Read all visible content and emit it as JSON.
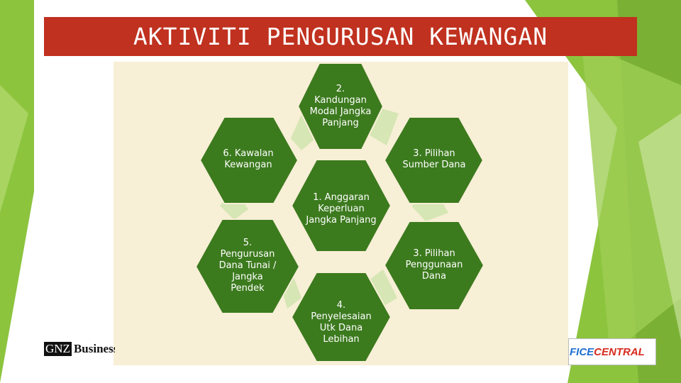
{
  "title": "AKTIVITI PENGURUSAN KEWANGAN",
  "colors": {
    "title_bar": "#c0311f",
    "panel": "#f7efd6",
    "hexagon": "#3c7a1e",
    "connector": "#d6e6b4",
    "accent_green": "#8dc43f"
  },
  "hexagons": [
    {
      "label": "2.\nKandungan\nModal Jangka\nPanjang"
    },
    {
      "label": "6. Kawalan\nKewangan"
    },
    {
      "label": "3. Pilihan\nSumber Dana"
    },
    {
      "label": "1. Anggaran\nKeperluan\nJangka Panjang"
    },
    {
      "label": "5.\nPengurusan\nDana Tunai /\nJangka\nPendek"
    },
    {
      "label": "3. Pilihan\nPenggunaan\nDana"
    },
    {
      "label": "4.\nPenyelesaian\nUtk Dana\nLebihan"
    }
  ],
  "footer": {
    "gnz_logo": "GNZ",
    "gnz_text": "Business",
    "right_logo_part1": "FICE",
    "right_logo_part2": "CENTRAL"
  }
}
